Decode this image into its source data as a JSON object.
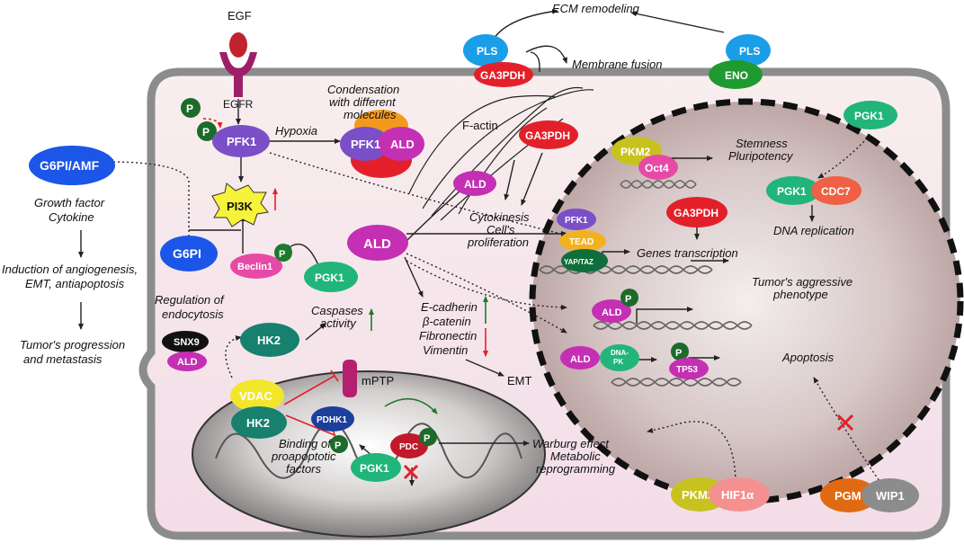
{
  "colors": {
    "cell_fill": "#f6e9ee",
    "membrane": "#8c8c8c",
    "nucleus_fill": "#c9b5b5",
    "purple": "#7b4fc7",
    "magenta": "#c42fb4",
    "red": "#e3202a",
    "green": "#1f9a5b",
    "teal": "#17a38a",
    "blue": "#1b56e8",
    "yellow": "#f2e62b",
    "dark_green": "#0f6e3c",
    "p_green": "#1d7a2f"
  },
  "labels": {
    "egf": "EGF",
    "egfr": "EGFR",
    "ecm_remodeling": "ECM remodeling",
    "membrane_fusion": "Membrane fusion",
    "hypoxia": "Hypoxia",
    "condensation": [
      "Condensation",
      "with different",
      "molecules"
    ],
    "f_actin": "F-actin",
    "cytokinesis": [
      "Cytokinesis",
      "Cell's",
      "proliferation"
    ],
    "stemness": [
      "Stemness",
      "Pluripotency"
    ],
    "dna_replication": "DNA replication",
    "genes_transcription": "Genes transcription",
    "aggressive": [
      "Tumor's aggressive",
      "phenotype"
    ],
    "apoptosis": "Apoptosis",
    "emt": "EMT",
    "emt_markers": [
      "E-cadherin",
      "β-catenin",
      "Fibronectin",
      "Vimentin"
    ],
    "caspases": [
      "Caspases",
      "activity"
    ],
    "mptp": "mPTP",
    "binding": [
      "Binding of",
      "proapoptotic",
      "factors"
    ],
    "warburg": [
      "Warburg effect",
      "Metabolic",
      "reprogramming"
    ],
    "growth_factor": [
      "Growth factor",
      "Cytokine"
    ],
    "angiogenesis": [
      "Induction of angiogenesis,",
      "EMT, antiapoptosis"
    ],
    "progression": [
      "Tumor's progression",
      "and metastasis"
    ],
    "endocytosis": [
      "Regulation of",
      "endocytosis"
    ]
  },
  "proteins": {
    "pls": "PLS",
    "ga3pdh": "GA3PDH",
    "eno": "ENO",
    "pfk1": "PFK1",
    "ald": "ALD",
    "pi3k": "PI3K",
    "beclin1": "Beclin1",
    "pgk1": "PGK1",
    "g6pi": "G6PI",
    "g6pi_amf": "G6PI/AMF",
    "snx9": "SNX9",
    "hk2": "HK2",
    "vdac": "VDAC",
    "pdhk1": "PDHK1",
    "pdc": "PDC",
    "pkm2": "PKM2",
    "oct4": "Oct4",
    "cdc7": "CDC7",
    "tead": "TEAD",
    "yap_taz": "YAP/TAZ",
    "dna_pk": [
      "DNA-",
      "PK"
    ],
    "tp53": "TP53",
    "hif1a": "HIF1α",
    "pgm": "PGM",
    "wip1": "WIP1",
    "p": "P"
  }
}
